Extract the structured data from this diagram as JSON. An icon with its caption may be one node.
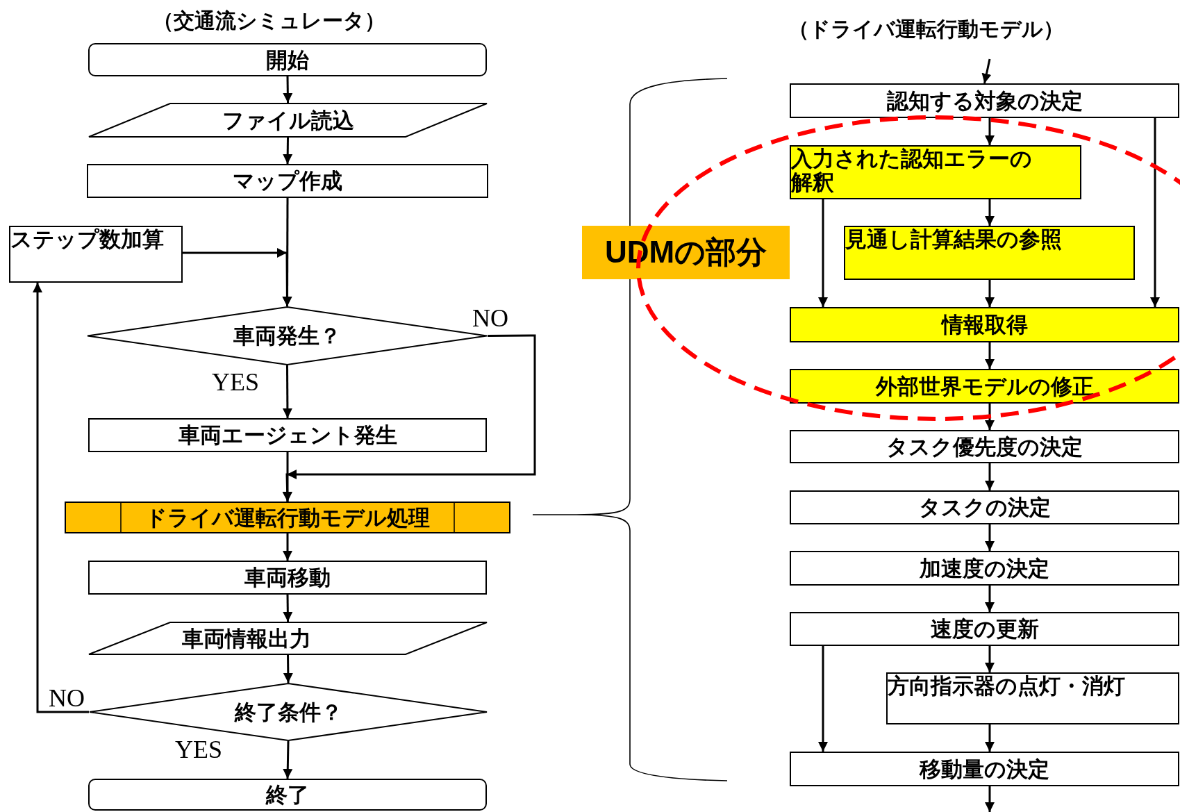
{
  "diagram": {
    "nodes": [
      {
        "text": [
          "開始"
        ]
      },
      {
        "text": [
          "ファイル読込"
        ]
      },
      {
        "text": [
          "マップ作成"
        ]
      },
      {
        "text": [
          "ステップ数加算"
        ]
      },
      {
        "text": [
          "車両発生？"
        ]
      },
      {
        "text": [
          "車両エージェント発生"
        ]
      },
      {
        "text": [
          "ドライバ運転行動モデル処理"
        ]
      },
      {
        "text": [
          "車両移動"
        ]
      },
      {
        "text": [
          "車両情報出力"
        ]
      },
      {
        "text": [
          "終了条件？"
        ]
      },
      {
        "text": [
          "終了"
        ]
      },
      {
        "text": [
          "認知する対象の決定"
        ]
      },
      {
        "text": [
          "入力された認知エラーの解釈"
        ]
      },
      {
        "text": [
          "見通し計算結果の参照"
        ]
      },
      {
        "text": [
          "情報取得"
        ]
      },
      {
        "text": [
          "外部世界モデルの修正"
        ]
      },
      {
        "text": [
          "タスク優先度の決定"
        ]
      },
      {
        "text": [
          "タスクの決定"
        ]
      },
      {
        "text": [
          "加速度の決定"
        ]
      },
      {
        "text": [
          "速度の更新"
        ]
      },
      {
        "text": [
          "方向指示器の点灯・消灯"
        ]
      },
      {
        "text": [
          "移動量の決定"
        ]
      },
      {
        "text": [
          "UDMの部分"
        ]
      }
    ],
    "edges": [
      {
        "from": 0,
        "to": 1,
        "arrow": "to"
      },
      {
        "from": 1,
        "to": 2,
        "arrow": "to"
      },
      {
        "from": 2,
        "to": 4,
        "arrow": "to"
      },
      {
        "from": 3,
        "to": 4,
        "arrow": "to"
      },
      {
        "from": 4,
        "to": 5,
        "arrow": "to",
        "label": "YES"
      },
      {
        "from": 4,
        "to": 6,
        "arrow": "to",
        "label": "NO"
      },
      {
        "from": 5,
        "to": 6,
        "arrow": "to"
      },
      {
        "from": 6,
        "to": 7,
        "arrow": "to"
      },
      {
        "from": 7,
        "to": 8,
        "arrow": "to"
      },
      {
        "from": 8,
        "to": 9,
        "arrow": "to"
      },
      {
        "from": 9,
        "to": 10,
        "arrow": "to",
        "label": "YES"
      },
      {
        "from": 9,
        "to": 3,
        "arrow": "to",
        "label": "NO"
      },
      {
        "from": null,
        "to": 11,
        "arrow": "to"
      },
      {
        "from": 11,
        "to": 12,
        "arrow": "to"
      },
      {
        "from": 11,
        "to": 14,
        "arrow": "to"
      },
      {
        "from": 12,
        "to": 13,
        "arrow": "to"
      },
      {
        "from": 12,
        "to": 14,
        "arrow": "to"
      },
      {
        "from": 13,
        "to": 14,
        "arrow": "to"
      },
      {
        "from": 14,
        "to": 15,
        "arrow": "to"
      },
      {
        "from": 15,
        "to": 16,
        "arrow": "to"
      },
      {
        "from": 16,
        "to": 17,
        "arrow": "to"
      },
      {
        "from": 17,
        "to": 18,
        "arrow": "to"
      },
      {
        "from": 18,
        "to": 19,
        "arrow": "to"
      },
      {
        "from": 19,
        "to": 20,
        "arrow": "to"
      },
      {
        "from": 19,
        "to": 21,
        "arrow": "to"
      },
      {
        "from": 20,
        "to": 21,
        "arrow": "to"
      },
      {
        "from": 21,
        "to": null,
        "arrow": "to"
      }
    ],
    "labels": [
      "（交通流シミュレータ）",
      "（ドライバ運転行動モデル）"
    ]
  }
}
